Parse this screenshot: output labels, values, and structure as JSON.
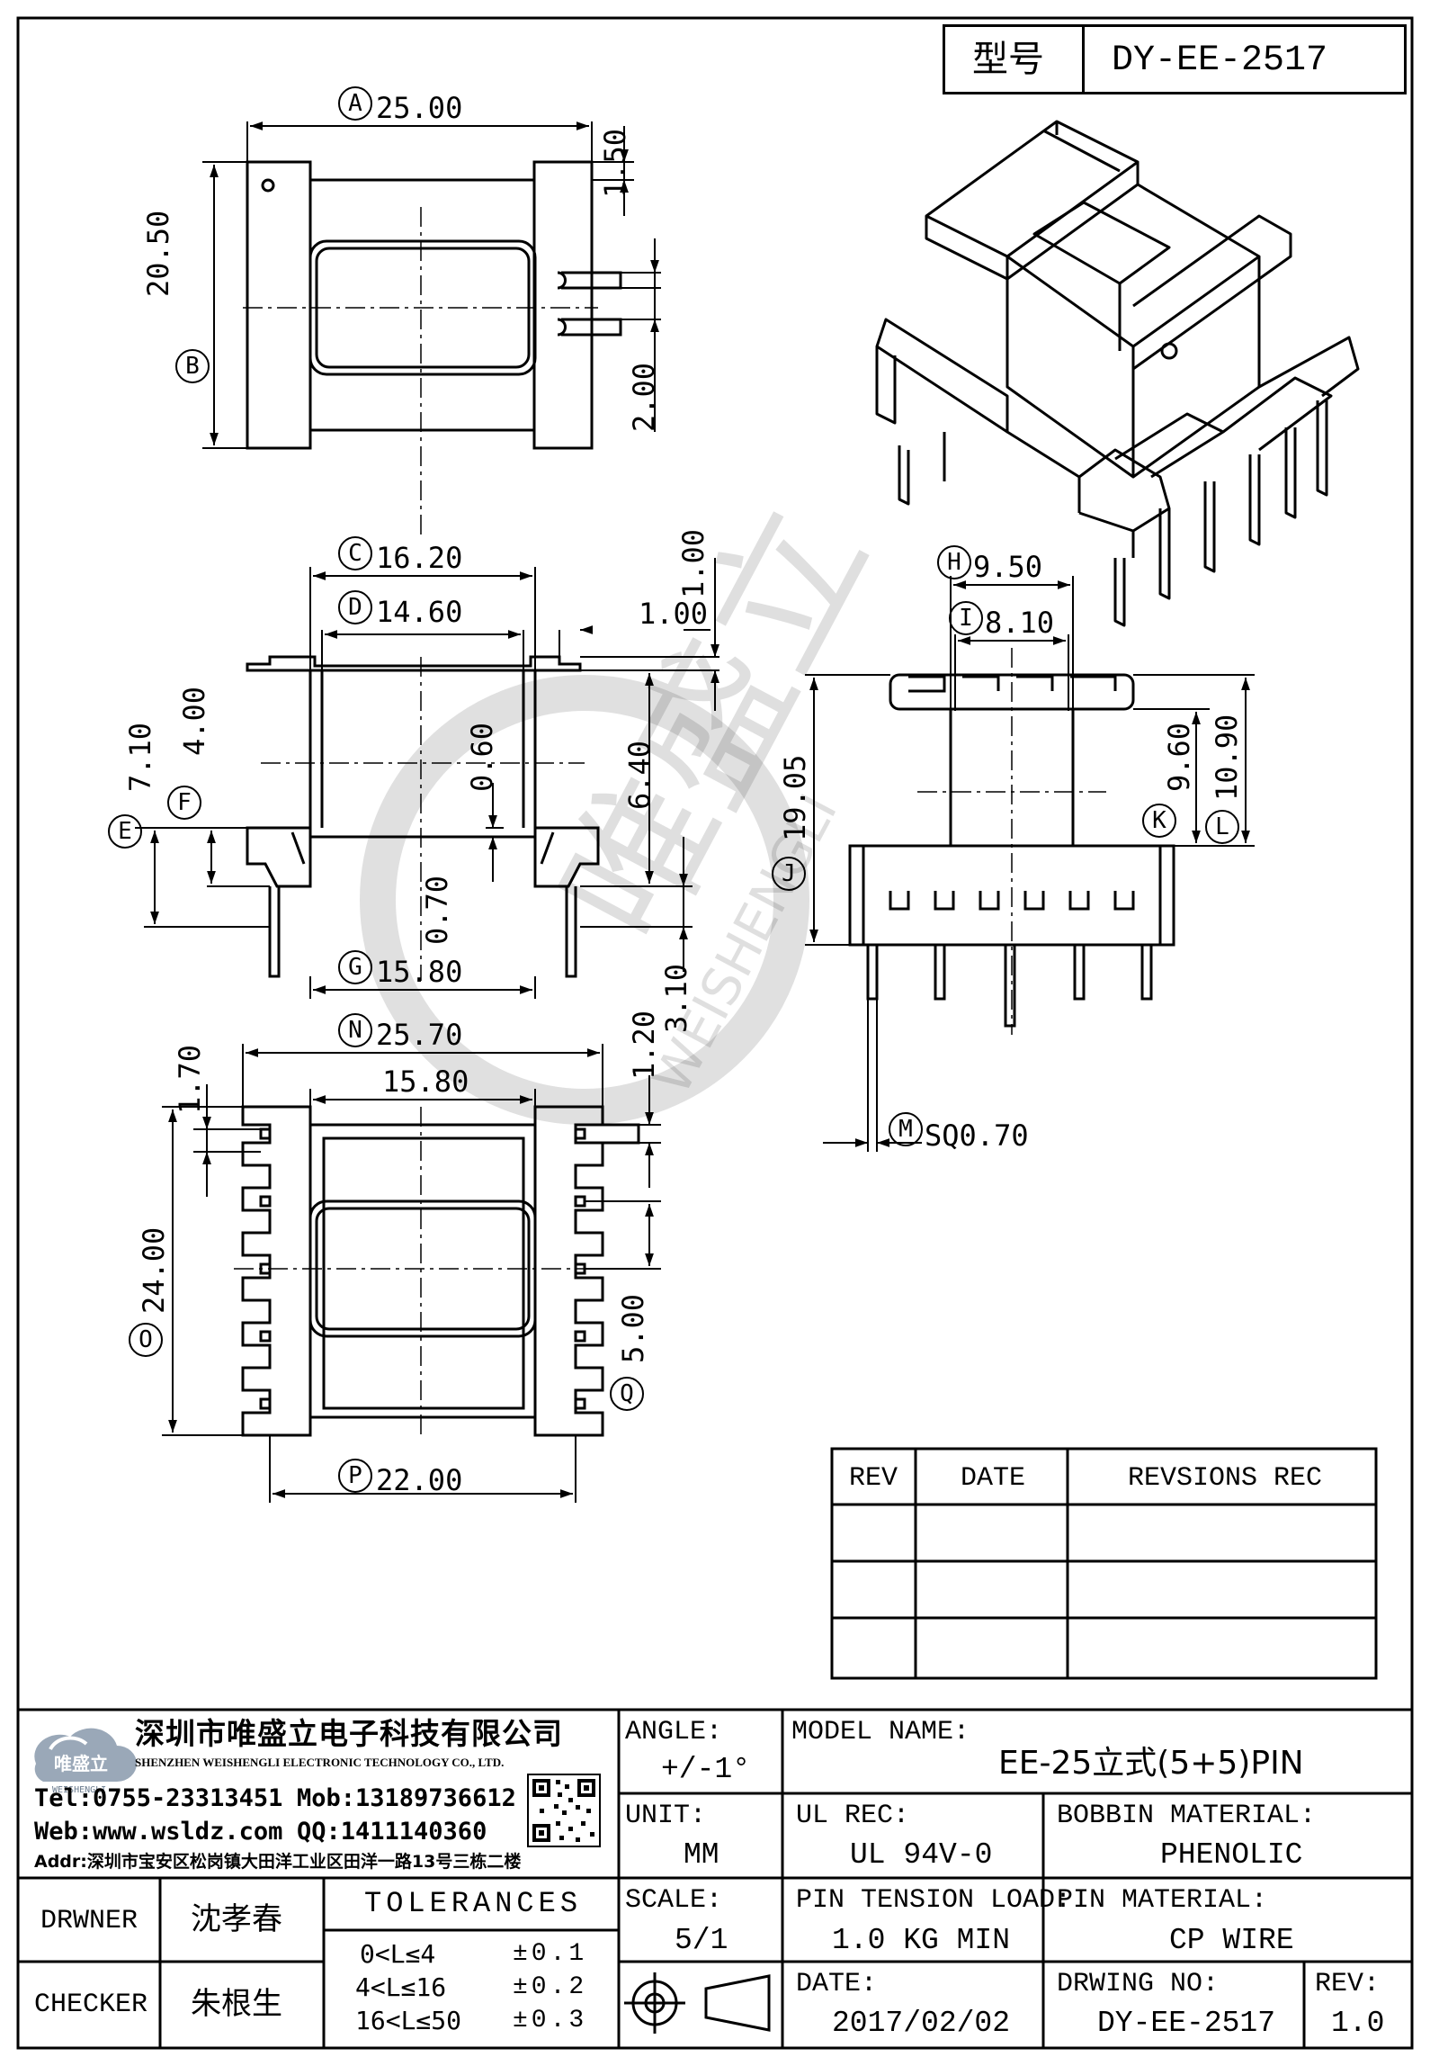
{
  "header": {
    "model_label": "型号",
    "model_no": "DY-EE-2517"
  },
  "dimensions": {
    "A": {
      "letter": "A",
      "value": "25.00"
    },
    "B": {
      "letter": "B",
      "value": "20.50"
    },
    "top_small": [
      "1.50",
      "2.00"
    ],
    "C": {
      "letter": "C",
      "value": "16.20"
    },
    "D": {
      "letter": "D",
      "value": "14.60"
    },
    "side_right": [
      "1.00",
      "1.00"
    ],
    "side_left": [
      "7.10",
      "4.00"
    ],
    "E": {
      "letter": "E"
    },
    "F": {
      "letter": "F"
    },
    "side_mid": [
      "0.60",
      "6.40",
      "0.70",
      "3.10"
    ],
    "G": {
      "letter": "G",
      "value": "15.80"
    },
    "H": {
      "letter": "H",
      "value": "9.50"
    },
    "I": {
      "letter": "I",
      "value": "8.10"
    },
    "J": {
      "letter": "J",
      "value": "19.05"
    },
    "K": {
      "letter": "K"
    },
    "L": {
      "letter": "L"
    },
    "front_right": [
      "9.60",
      "10.90"
    ],
    "M": {
      "letter": "M",
      "value": "SQ0.70"
    },
    "N": {
      "letter": "N",
      "value": "25.70"
    },
    "bottom_inner": "15.80",
    "bottom_left": [
      "1.70"
    ],
    "bottom_right": [
      "1.20",
      "5.00"
    ],
    "O": {
      "letter": "O",
      "value": "24.00"
    },
    "P": {
      "letter": "P",
      "value": "22.00"
    },
    "Q": {
      "letter": "Q"
    }
  },
  "watermark": {
    "text": "唯盛立",
    "sub": "WEISHENGLI"
  },
  "revision_table": {
    "headers": [
      "REV",
      "DATE",
      "REVSIONS REC"
    ],
    "rows": [
      [
        "",
        "",
        ""
      ],
      [
        "",
        "",
        ""
      ],
      [
        "",
        "",
        ""
      ]
    ]
  },
  "company": {
    "logo_text": "唯盛立",
    "logo_sub": "WEISHENGLI",
    "name_cn": "深圳市唯盛立电子科技有限公司",
    "name_en": "SHENZHEN WEISHENGLI ELECTRONIC TECHNOLOGY CO., LTD.",
    "tel": "Tel:0755-23313451",
    "mob": "Mob:13189736612",
    "web": "Web:www.wsldz.com",
    "qq": "QQ:1411140360",
    "addr": "Addr:深圳市宝安区松岗镇大田洋工业区田洋一路13号三栋二楼"
  },
  "title_block": {
    "angle_label": "ANGLE:",
    "angle_value": "+/-1°",
    "model_name_label": "MODEL NAME:",
    "model_name_value": "EE-25立式(5+5)PIN",
    "unit_label": "UNIT:",
    "unit_value": "MM",
    "ul_label": "UL REC:",
    "ul_value": "UL 94V-0",
    "bobbin_label": "BOBBIN MATERIAL:",
    "bobbin_value": "PHENOLIC",
    "scale_label": "SCALE:",
    "scale_value": "5/1",
    "pin_tension_label": "PIN TENSION LOAD:",
    "pin_tension_value": "1.0 KG MIN",
    "pin_material_label": "PIN MATERIAL:",
    "pin_material_value": "CP WIRE",
    "date_label": "DATE:",
    "date_value": "2017/02/02",
    "drawing_no_label": "DRWING NO:",
    "drawing_no_value": "DY-EE-2517",
    "rev_label": "REV:",
    "rev_value": "1.0",
    "drawer_label": "DRWNER",
    "drawer_value": "沈孝春",
    "checker_label": "CHECKER",
    "checker_value": "朱根生",
    "tolerances_label": "TOLERANCES",
    "tolerances": [
      {
        "range": "0<L≤4",
        "tol": "±0.1"
      },
      {
        "range": "4<L≤16",
        "tol": "±0.2"
      },
      {
        "range": "16<L≤50",
        "tol": "±0.3"
      }
    ]
  }
}
